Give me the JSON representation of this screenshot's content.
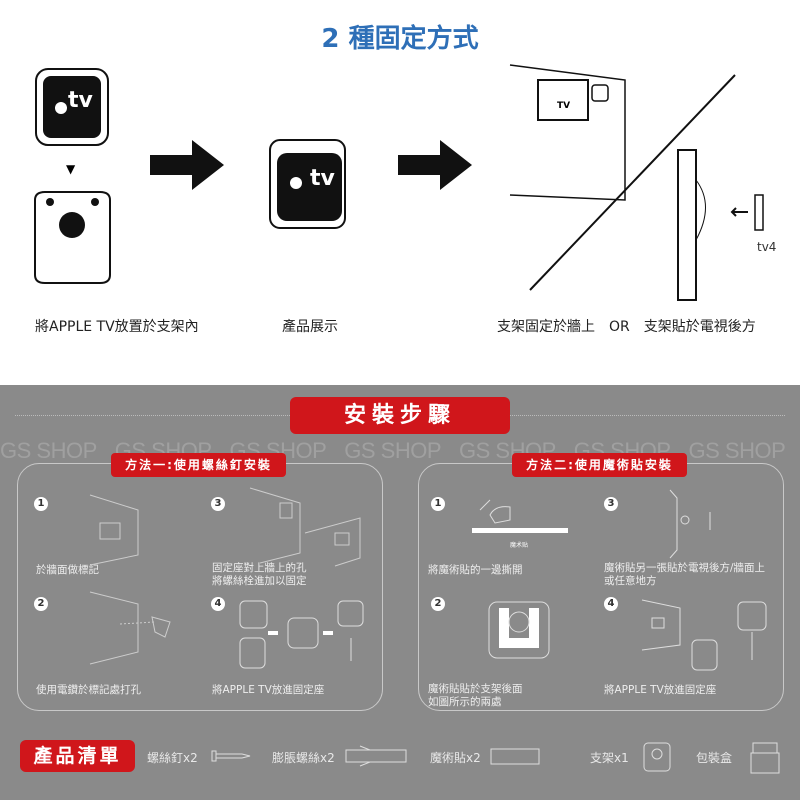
{
  "header": {
    "title": "2 種固定方式"
  },
  "top": {
    "captions": [
      "將APPLE TV放置於支架內",
      "產品展示",
      "支架固定於牆上　OR　支架貼於電視後方"
    ],
    "logo_text": "tv",
    "tv_label": "TV",
    "tv4_label": "tv4"
  },
  "install": {
    "banner": "安裝步驟",
    "watermark": "GS SHOP",
    "method1": {
      "label": "方法一:使用螺絲釘安裝",
      "steps": [
        {
          "n": "1",
          "text": "於牆面做標記"
        },
        {
          "n": "3",
          "text": "固定座對上牆上的孔\n將螺絲栓進加以固定"
        },
        {
          "n": "2",
          "text": "使用電鑽於標記處打孔"
        },
        {
          "n": "4",
          "text": "將APPLE TV放進固定座"
        }
      ]
    },
    "method2": {
      "label": "方法二:使用魔術貼安裝",
      "velcro_label": "魔术贴",
      "steps": [
        {
          "n": "1",
          "text": "將魔術貼的一邊撕開"
        },
        {
          "n": "3",
          "text": "魔術貼另一張貼於電視後方/牆面上\n或任意地方"
        },
        {
          "n": "2",
          "text": "魔術貼貼於支架後面\n如圖所示的兩處"
        },
        {
          "n": "4",
          "text": "將APPLE TV放進固定座"
        }
      ]
    }
  },
  "product_list": {
    "label": "產品清單",
    "items": [
      "螺絲釘x2",
      "膨脹螺絲x2",
      "魔術貼x2",
      "支架x1",
      "包裝盒"
    ]
  }
}
